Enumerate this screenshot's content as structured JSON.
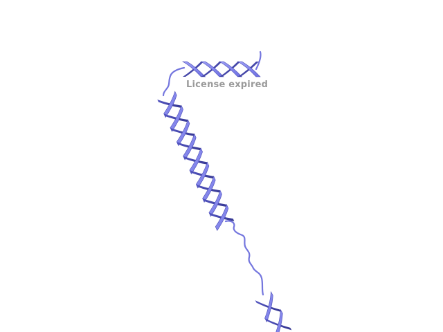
{
  "watermark": {
    "text": "License expired"
  },
  "colors": {
    "background": "#ffffff",
    "ribbon_light": "#8a8cf0",
    "ribbon_mid": "#6f71e6",
    "ribbon_dark": "#3f41a8",
    "coil": "#7476de",
    "watermark": "#9a9a9a"
  },
  "scene": {
    "subject": "protein-cartoon-ribbon",
    "helices": [
      "helix-top",
      "helix-long",
      "helix-bottom"
    ]
  }
}
